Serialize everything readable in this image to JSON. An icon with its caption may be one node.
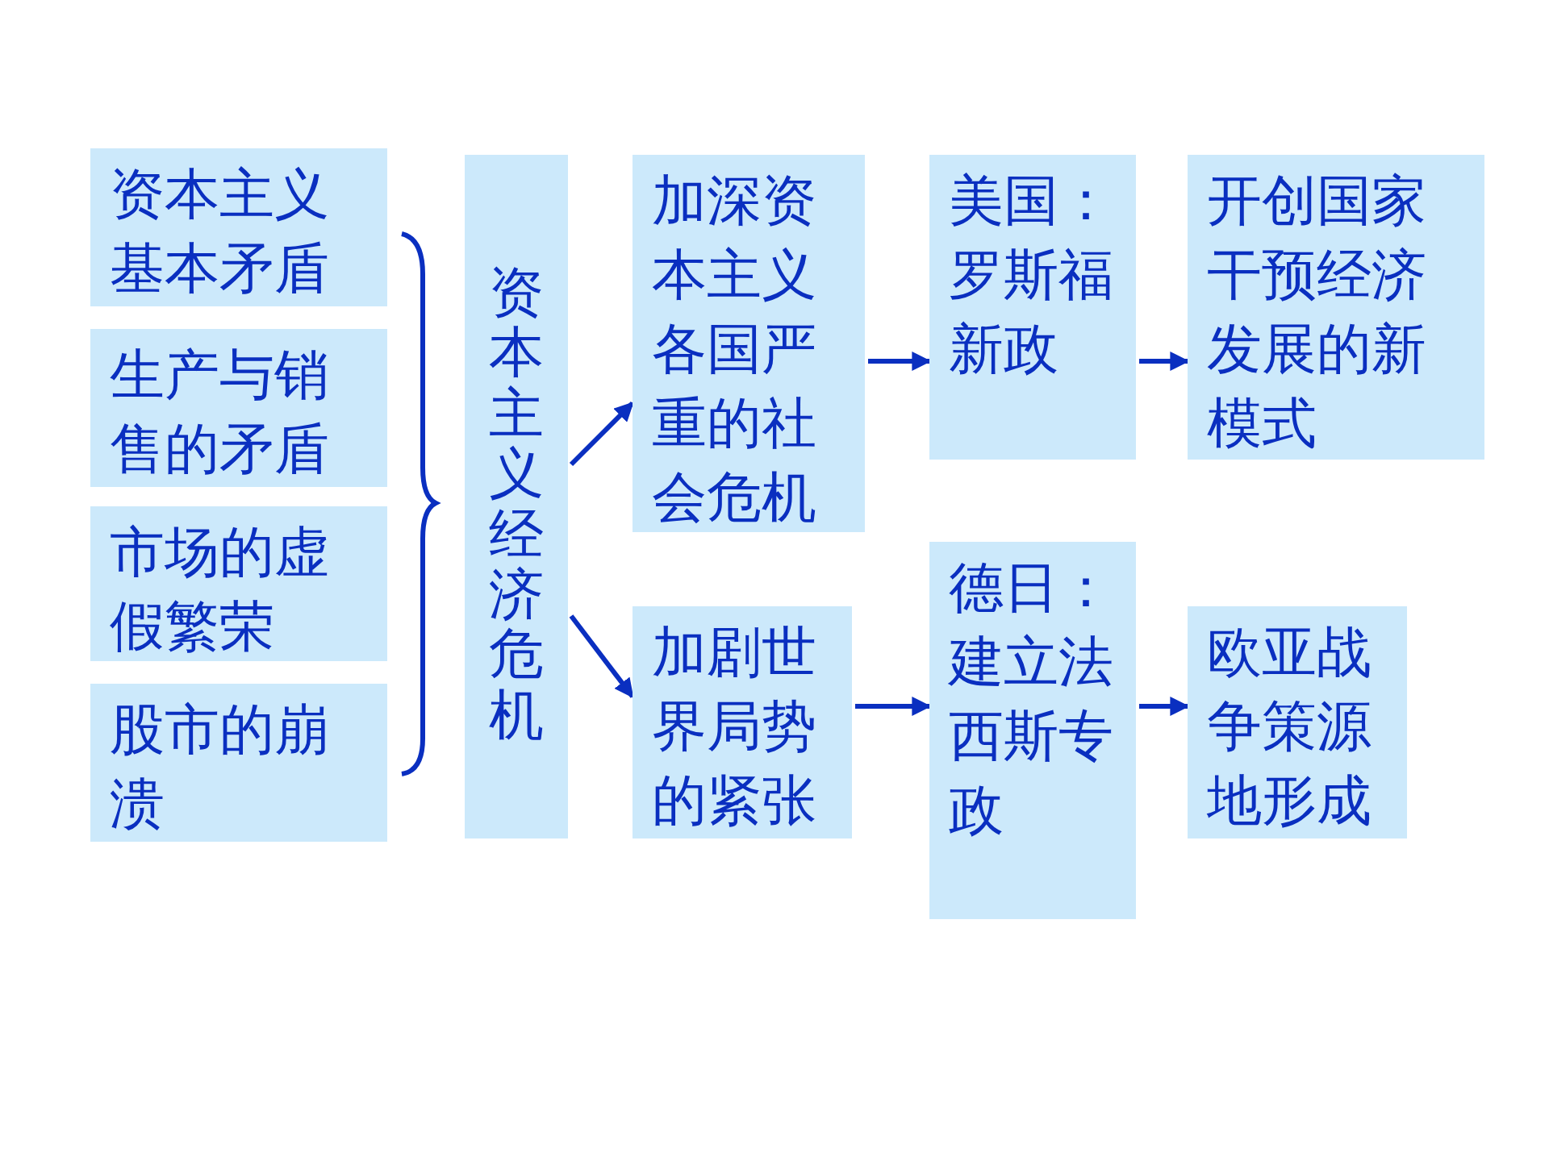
{
  "diagram": {
    "nodes": [
      {
        "text": [
          "资本主义基本矛盾"
        ]
      },
      {
        "text": [
          "生产与销售的矛盾"
        ]
      },
      {
        "text": [
          "市场的虚假繁荣"
        ]
      },
      {
        "text": [
          "股市的崩溃"
        ]
      },
      {
        "text": [
          "资本主义经济危机"
        ]
      },
      {
        "text": [
          "加深资本主义各国严重的社会危机"
        ]
      },
      {
        "text": [
          "美国：罗斯福新政"
        ]
      },
      {
        "text": [
          "开创国家干预经济发展的新模式"
        ]
      },
      {
        "text": [
          "加剧世界局势的紧张"
        ]
      },
      {
        "text": [
          "德日：建立法西斯专政"
        ]
      },
      {
        "text": [
          "欧亚战争策源地形成"
        ]
      }
    ],
    "edges": [
      {
        "from": 4,
        "to": 5,
        "arrow": "to"
      },
      {
        "from": 4,
        "to": 8,
        "arrow": "to"
      },
      {
        "from": 5,
        "to": 6,
        "arrow": "to"
      },
      {
        "from": 6,
        "to": 7,
        "arrow": "to"
      },
      {
        "from": 8,
        "to": 9,
        "arrow": "to"
      },
      {
        "from": 9,
        "to": 10,
        "arrow": "to"
      }
    ]
  }
}
